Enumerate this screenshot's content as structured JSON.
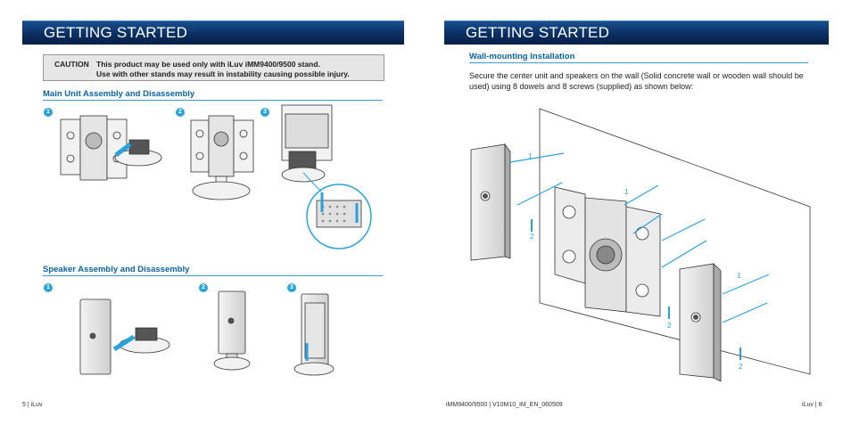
{
  "left_page": {
    "title": "GETTING STARTED",
    "caution": {
      "label": "CAUTION",
      "line1": "This product may be used only with iLuv iMM9400/9500 stand.",
      "line2": "Use with other stands may result in instability causing possible injury."
    },
    "main_unit_heading": "Main Unit Assembly and Disassembly",
    "speaker_heading": "Speaker Assembly and Disassembly",
    "steps": [
      "1",
      "2",
      "3"
    ],
    "footer": "5 | iLuv"
  },
  "right_page": {
    "title": "GETTING STARTED",
    "wall_heading": "Wall-mounting Installation",
    "body_line1": "Secure the center unit and speakers on the wall (Solid concrete wall or wooden wall should be",
    "body_line2": "used) using 8 dowels and 8 screws (supplied) as shown below:",
    "callouts": [
      "1",
      "2"
    ],
    "footer_center": "iMM9400/9500 | V10M10_IM_EN_060509",
    "footer_right": "iLuv | 6"
  },
  "colors": {
    "banner": "#0a2f63",
    "accent_blue": "#2aa3dd",
    "heading_blue": "#0a62a8"
  }
}
